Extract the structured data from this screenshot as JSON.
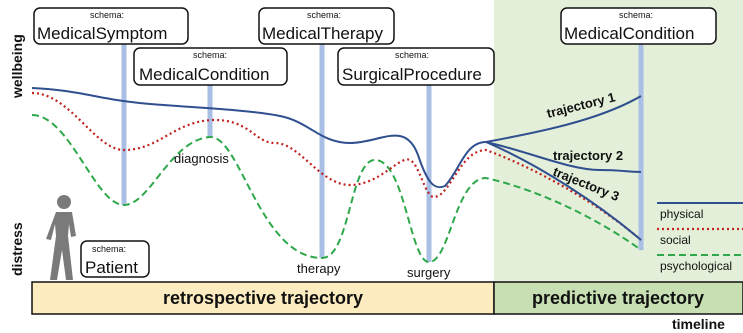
{
  "axes": {
    "y_top": "wellbeing",
    "y_bottom": "distress",
    "x": "timeline"
  },
  "schema_prefix": "schema:",
  "schema_boxes": [
    {
      "id": "symptom",
      "schema": "MedicalSymptom"
    },
    {
      "id": "condition1",
      "schema": "MedicalCondition"
    },
    {
      "id": "therapy",
      "schema": "MedicalTherapy"
    },
    {
      "id": "surgery",
      "schema": "SurgicalProcedure"
    },
    {
      "id": "condition2",
      "schema": "MedicalCondition"
    },
    {
      "id": "patient",
      "schema": "Patient"
    }
  ],
  "event_labels": {
    "diagnosis": "diagnosis",
    "therapy": "therapy",
    "surgery": "surgery"
  },
  "trajectories": [
    "trajectory 1",
    "trajectory 2",
    "trajectory 3"
  ],
  "legend": [
    {
      "label": "physical",
      "color": "#2f4f8f",
      "style": "solid"
    },
    {
      "label": "social",
      "color": "#c0221f",
      "style": "dotted"
    },
    {
      "label": "psychological",
      "color": "#2ea84a",
      "style": "dashed"
    }
  ],
  "bars": {
    "retrospective": "retrospective trajectory",
    "predictive": "predictive trajectory"
  },
  "colors": {
    "retro_bar": "#fdecc0",
    "predictive_bg": "#e3efd9",
    "predictive_bar": "#c7dfb3",
    "marker": "#a9bfe6"
  }
}
